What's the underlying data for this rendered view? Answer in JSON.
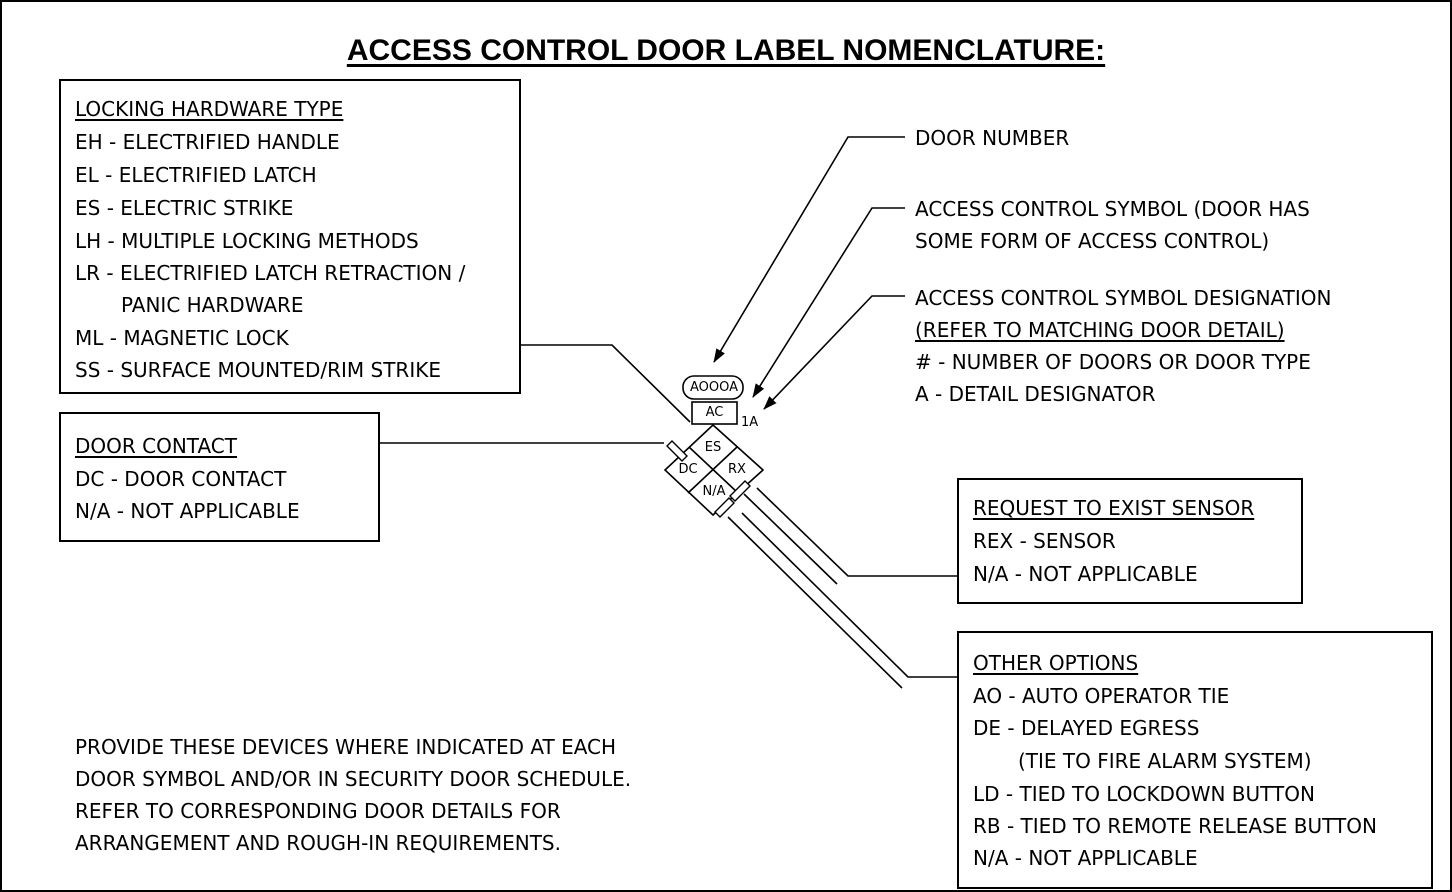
{
  "title": "ACCESS CONTROL DOOR LABEL NOMENCLATURE:",
  "locking_hardware": {
    "header": "LOCKING HARDWARE TYPE",
    "items": [
      "EH - ELECTRIFIED HANDLE",
      "EL - ELECTRIFIED LATCH",
      "ES - ELECTRIC STRIKE",
      "LH - MULTIPLE LOCKING METHODS",
      "LR - ELECTRIFIED LATCH RETRACTION /",
      "PANIC HARDWARE",
      "ML - MAGNETIC LOCK",
      "SS - SURFACE MOUNTED/RIM STRIKE"
    ]
  },
  "door_contact": {
    "header": "DOOR CONTACT",
    "items": [
      "DC - DOOR CONTACT",
      "N/A - NOT APPLICABLE"
    ]
  },
  "right_notes": {
    "door_number": "DOOR NUMBER",
    "ac_symbol_line1": "ACCESS CONTROL SYMBOL (DOOR HAS",
    "ac_symbol_line2": "SOME FORM OF ACCESS CONTROL)",
    "designation_line1": "ACCESS CONTROL SYMBOL DESIGNATION",
    "designation_line2": "(REFER TO MATCHING DOOR DETAIL)",
    "designation_line3": "# - NUMBER OF DOORS OR DOOR TYPE",
    "designation_line4": "A - DETAIL DESIGNATOR"
  },
  "request_to_exit": {
    "header": "REQUEST TO EXIST SENSOR",
    "items": [
      "REX - SENSOR",
      "N/A - NOT APPLICABLE"
    ]
  },
  "other_options": {
    "header": "OTHER OPTIONS",
    "items": [
      "AO - AUTO OPERATOR TIE",
      "DE - DELAYED EGRESS",
      "(TIE TO FIRE ALARM SYSTEM)",
      "LD - TIED TO LOCKDOWN BUTTON",
      "RB - TIED TO REMOTE RELEASE BUTTON",
      "N/A - NOT APPLICABLE"
    ]
  },
  "symbol": {
    "door_tag": "AOOOA",
    "ac_label": "AC",
    "designation": "1A",
    "top": "ES",
    "left": "DC",
    "right": "RX",
    "bottom": "N/A"
  },
  "note_lines": [
    "PROVIDE THESE DEVICES WHERE INDICATED AT EACH",
    "DOOR SYMBOL AND/OR IN SECURITY DOOR SCHEDULE.",
    "REFER TO CORRESPONDING DOOR DETAILS FOR",
    "ARRANGEMENT AND ROUGH-IN REQUIREMENTS."
  ]
}
